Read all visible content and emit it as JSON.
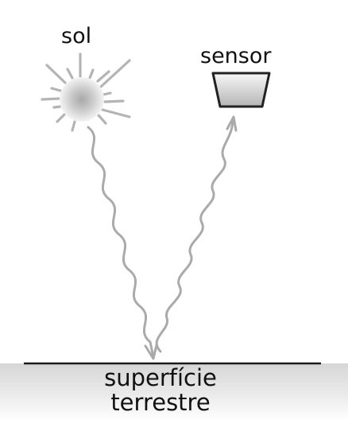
{
  "labels": {
    "sun": "sol",
    "sensor": "sensor",
    "surface_line1": "superfície",
    "surface_line2": "terrestre"
  },
  "colors": {
    "ray": "#aaaaaa",
    "sun_rays": "#b4b4b4",
    "outline": "#222222",
    "ground_line": "#1a1a1a",
    "text": "#111111"
  },
  "icons": {
    "sun": "sun-icon",
    "sensor": "sensor-icon"
  }
}
